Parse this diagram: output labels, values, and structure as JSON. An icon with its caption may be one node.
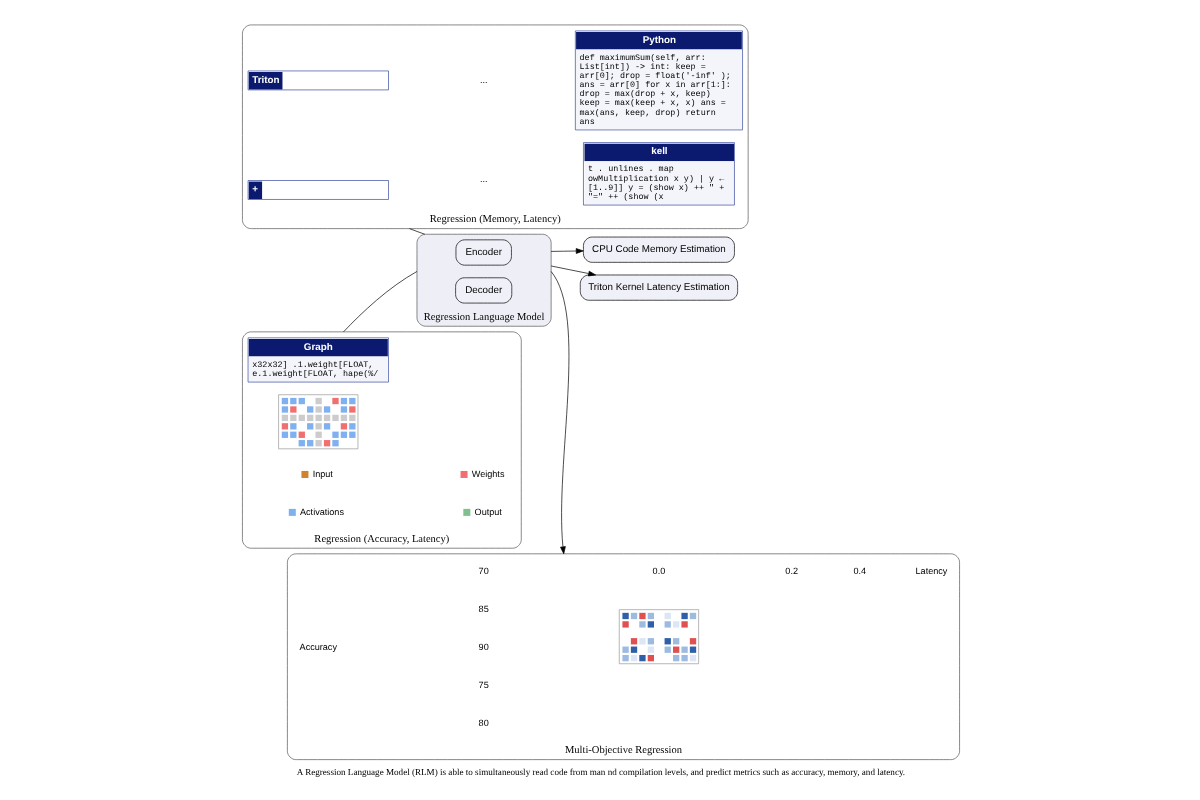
{
  "diagram": {
    "caption": "A Regression Language Model (RLM) is able to simultaneously read code from man nd compilation levels, and predict metrics such as accuracy, memory, and latency.",
    "nodes": [
      {
        "text": [
          "Regression (Memory, Latency)"
        ]
      },
      {
        "text": [
          "+"
        ],
        "in": 0
      },
      {
        "text": [
          "Triton"
        ],
        "in": 0
      },
      {
        "text": [
          "kell",
          "t . unlines . map owMultiplication x y) | y ← [1..9]] y = (show x) ++ \" + \"=\" ++ (show (x"
        ],
        "in": 0
      },
      {
        "text": [
          "Python",
          "def maximumSum(self, arr: List[int]) -> int: keep = arr[0]; drop = float('-inf' ); ans = arr[0] for x in arr[1:]: drop = max(drop + x, keep) keep = max(keep + x, x) ans = max(ans, keep, drop) return ans"
        ],
        "in": 0
      },
      {
        "text": [
          "Regression (Accuracy, Latency)"
        ]
      },
      {
        "text": [
          "Graph",
          "x32x32] .1.weight[FLOAT, e.1.weight[FLOAT, hape(%/"
        ],
        "in": 5
      },
      {
        "text": [],
        "shape": "picture",
        "in": 5
      },
      {
        "text": [
          "Regression Language Model"
        ]
      },
      {
        "text": [
          "Encoder"
        ],
        "in": 8
      },
      {
        "text": [
          "Decoder"
        ],
        "in": 8
      },
      {
        "text": [
          "CPU Code Memory Estimation"
        ]
      },
      {
        "text": [
          "Triton Kernel Latency Estimation"
        ]
      },
      {
        "text": [
          "Multi-Objective Regression"
        ]
      },
      {
        "text": [],
        "shape": "picture",
        "in": 13
      }
    ],
    "edges": [
      {
        "from": 0,
        "to": 8,
        "arrow": "none"
      },
      {
        "from": 5,
        "to": 8,
        "arrow": "none"
      },
      {
        "from": 8,
        "to": 11,
        "arrow": "to"
      },
      {
        "from": 8,
        "to": 12,
        "arrow": "to"
      },
      {
        "from": 8,
        "to": 13,
        "arrow": "to"
      }
    ],
    "labels": [
      "...",
      "...",
      "90",
      "85",
      "80",
      "75",
      "70",
      "Accuracy",
      "0.0",
      "0.2",
      "0.4",
      "Latency"
    ],
    "legend": [
      {
        "text": "Input",
        "color": "#d0822e"
      },
      {
        "text": "Weights",
        "color": "#f07070"
      },
      {
        "text": "Activations",
        "color": "#7fb0f0"
      },
      {
        "text": "Output",
        "color": "#80c090"
      }
    ]
  }
}
